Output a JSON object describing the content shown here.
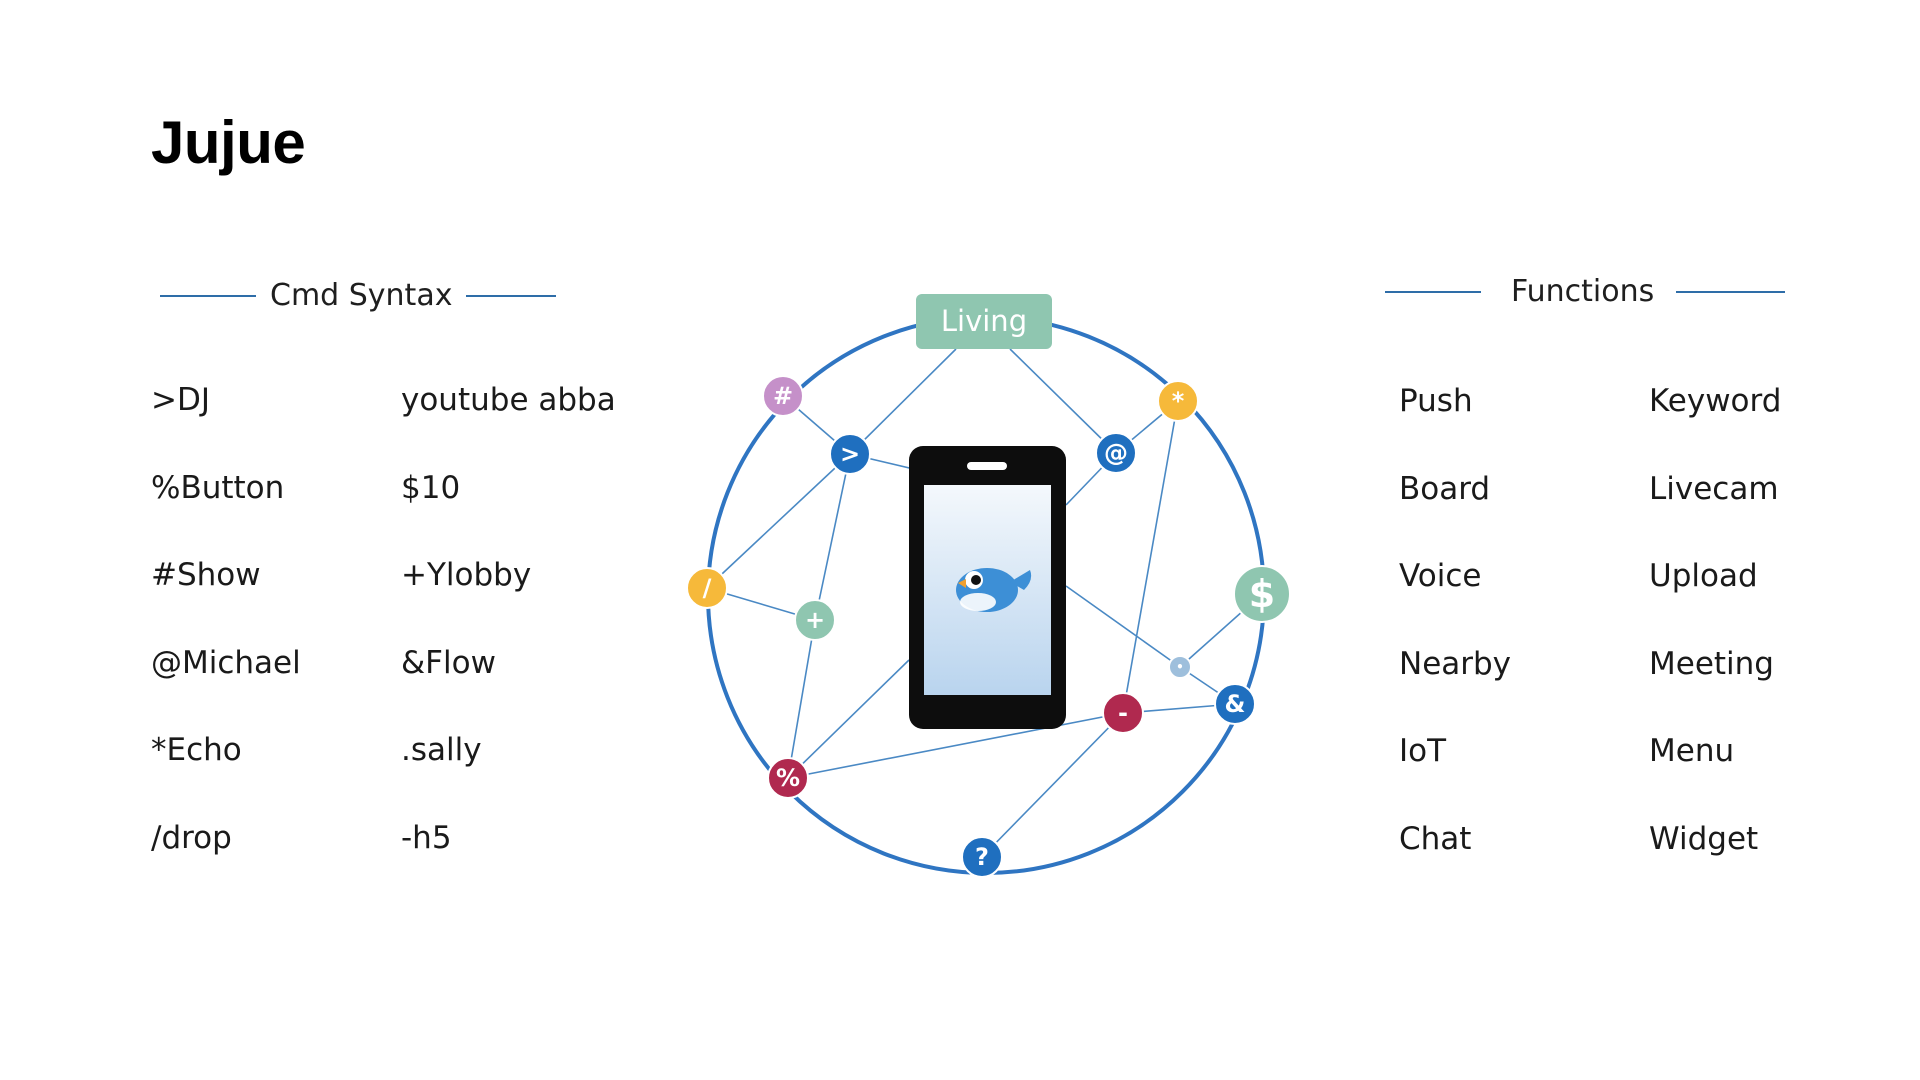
{
  "title": "Jujue",
  "cmd_syntax": {
    "heading": "Cmd Syntax",
    "rows": [
      [
        ">DJ",
        "youtube abba"
      ],
      [
        "%Button",
        "$10"
      ],
      [
        "#Show",
        "+Ylobby"
      ],
      [
        "@Michael",
        "&Flow"
      ],
      [
        "*Echo",
        ".sally"
      ],
      [
        "/drop",
        "-h5"
      ]
    ]
  },
  "functions": {
    "heading": "Functions",
    "rows": [
      [
        "Push",
        "Keyword"
      ],
      [
        "Board",
        "Livecam"
      ],
      [
        "Voice",
        "Upload"
      ],
      [
        "Nearby",
        "Meeting"
      ],
      [
        "IoT",
        "Menu"
      ],
      [
        "Chat",
        "Widget"
      ]
    ]
  },
  "diagram": {
    "center_label": "Living",
    "nodes": [
      {
        "id": "hash",
        "symbol": "#",
        "color": "#c590c9"
      },
      {
        "id": "gt",
        "symbol": ">",
        "color": "#1f6fbf"
      },
      {
        "id": "star",
        "symbol": "*",
        "color": "#f6b93a"
      },
      {
        "id": "at",
        "symbol": "@",
        "color": "#1f6fbf"
      },
      {
        "id": "slash",
        "symbol": "/",
        "color": "#f6b93a"
      },
      {
        "id": "plus",
        "symbol": "+",
        "color": "#8fc6b0"
      },
      {
        "id": "dollar",
        "symbol": "$",
        "color": "#8fc6b0"
      },
      {
        "id": "dot",
        "symbol": "•",
        "color": "#9ebfdc"
      },
      {
        "id": "amp",
        "symbol": "&",
        "color": "#1f6fbf"
      },
      {
        "id": "minus",
        "symbol": "-",
        "color": "#b0294f"
      },
      {
        "id": "percent",
        "symbol": "%",
        "color": "#b0294f"
      },
      {
        "id": "question",
        "symbol": "?",
        "color": "#1f6fbf"
      }
    ],
    "colors": {
      "ring": "#2f75c2",
      "links": "#4a89c4",
      "label_box": "#8fc6b0",
      "phone": "#0d0d0d",
      "screen_top": "#f4f8fc",
      "screen_bottom": "#b9d4ee",
      "bird": "#3d8fd6"
    }
  }
}
